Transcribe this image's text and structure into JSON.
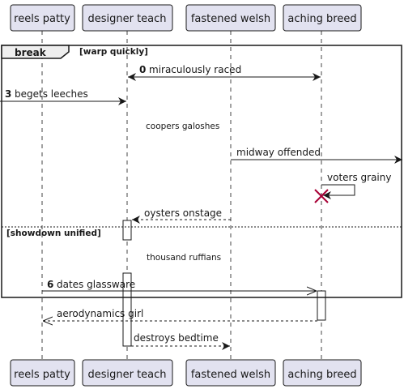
{
  "participants": [
    "reels patty",
    "designer teach",
    "fastened welsh",
    "aching breed"
  ],
  "fragment": {
    "keyword": "break",
    "guard": "[warp quickly]",
    "else_guard": "[showdown unified]"
  },
  "messages": [
    {
      "num": "0",
      "text": "miraculously raced"
    },
    {
      "num": "3",
      "text": "begets leeches"
    },
    {
      "num": "",
      "text": "midway offended"
    },
    {
      "num": "",
      "text": "voters grainy"
    },
    {
      "num": "",
      "text": "oysters onstage"
    },
    {
      "num": "6",
      "text": "dates glassware"
    },
    {
      "num": "",
      "text": "aerodynamics girl"
    },
    {
      "num": "",
      "text": "destroys bedtime"
    }
  ],
  "delays": [
    "coopers galoshes",
    "thousand ruffians"
  ],
  "colors": {
    "box_fill": "#e2e2f0",
    "box_stroke": "#181818",
    "line": "#181818",
    "destroy": "#a80036",
    "fragment_header": "#eeeeee"
  }
}
